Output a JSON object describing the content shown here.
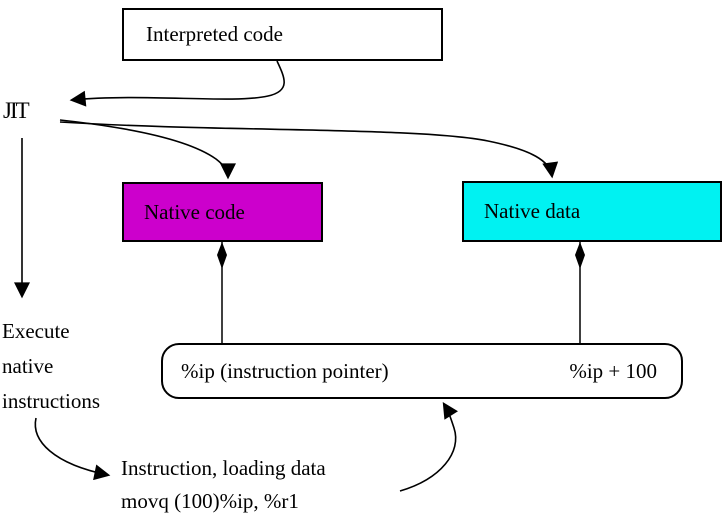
{
  "diagram": {
    "background": "#ffffff",
    "line_color": "#000000",
    "interpreted_code_box": {
      "label": "Interpreted code"
    },
    "jit_label": "JIT",
    "native_code_box": {
      "label": "Native code",
      "fill": "#cc00cc"
    },
    "native_data_box": {
      "label": "Native data",
      "fill": "#00f2f2"
    },
    "execute_label": {
      "line1": "Execute",
      "line2": "native",
      "line3": "instructions"
    },
    "pointer_box": {
      "left_label": "%ip (instruction pointer)",
      "right_label": "%ip + 100"
    },
    "instruction_note": {
      "line1": "Instruction, loading data",
      "line2": "movq (100)%ip, %r1"
    }
  }
}
